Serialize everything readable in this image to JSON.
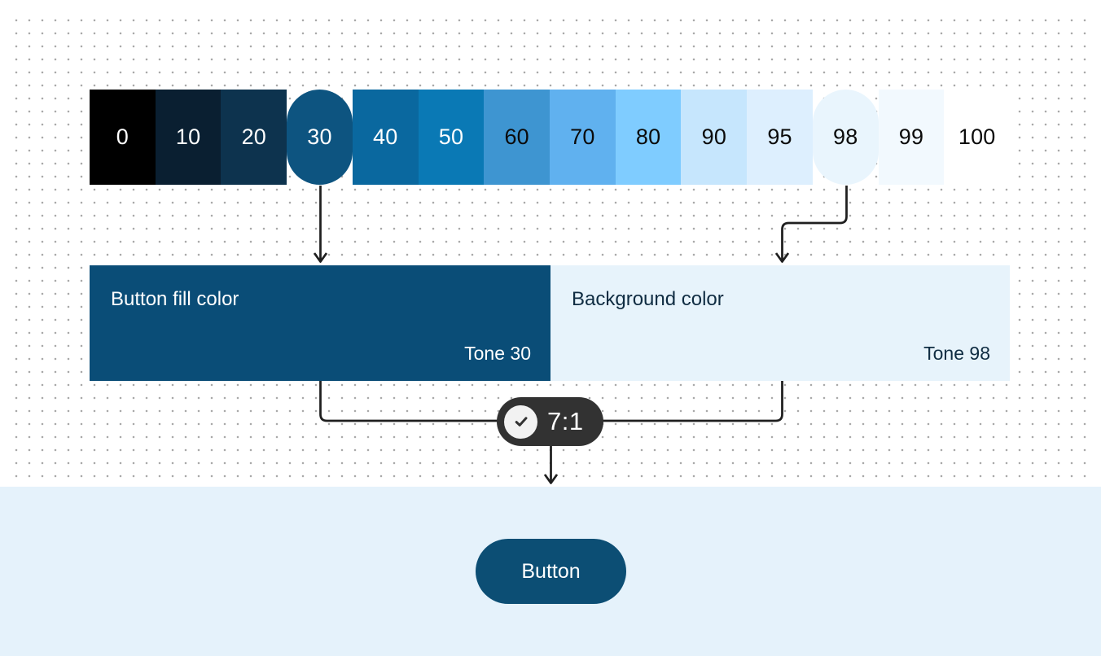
{
  "palette": {
    "tones": [
      {
        "label": "0",
        "color": "#000000",
        "text": "#ffffff",
        "shape": "rect"
      },
      {
        "label": "10",
        "color": "#0a1f31",
        "text": "#ffffff",
        "shape": "rect"
      },
      {
        "label": "20",
        "color": "#0d334e",
        "text": "#ffffff",
        "shape": "rect"
      },
      {
        "label": "30",
        "color": "#0d5480",
        "text": "#ffffff",
        "shape": "pill"
      },
      {
        "label": "40",
        "color": "#0a689f",
        "text": "#ffffff",
        "shape": "rect"
      },
      {
        "label": "50",
        "color": "#0a79b5",
        "text": "#ffffff",
        "shape": "rect"
      },
      {
        "label": "60",
        "color": "#3e95d1",
        "text": "#0b0b0b",
        "shape": "rect"
      },
      {
        "label": "70",
        "color": "#60b1ef",
        "text": "#0b0b0b",
        "shape": "rect"
      },
      {
        "label": "80",
        "color": "#7fccff",
        "text": "#0b0b0b",
        "shape": "rect"
      },
      {
        "label": "90",
        "color": "#c6e6fd",
        "text": "#0b0b0b",
        "shape": "rect"
      },
      {
        "label": "95",
        "color": "#ddeffe",
        "text": "#0b0b0b",
        "shape": "rect"
      },
      {
        "label": "98",
        "color": "#e9f5fd",
        "text": "#0b0b0b",
        "shape": "pill"
      },
      {
        "label": "99",
        "color": "#f2f9fe",
        "text": "#0b0b0b",
        "shape": "rect"
      },
      {
        "label": "100",
        "color": "#ffffff",
        "text": "#0b0b0b",
        "shape": "rect"
      }
    ]
  },
  "annotations": {
    "button_fill_card": {
      "title": "Button fill color",
      "tone": "Tone 30"
    },
    "background_card": {
      "title": "Background color",
      "tone": "Tone 98"
    }
  },
  "contrast_badge": {
    "ratio": "7:1",
    "icon": "check-circle"
  },
  "preview": {
    "button_label": "Button"
  },
  "colors": {
    "button_fill": "#0a4d77",
    "background_card": "#e7f3fb",
    "card_title_light": "#ffffff",
    "card_title_dark": "#0f2c42",
    "badge_bg": "#323232",
    "badge_icon_bg": "#f2f2f2",
    "band": "#e5f2fb",
    "button": "#0c4e74",
    "connector": "#1f1f1f"
  }
}
